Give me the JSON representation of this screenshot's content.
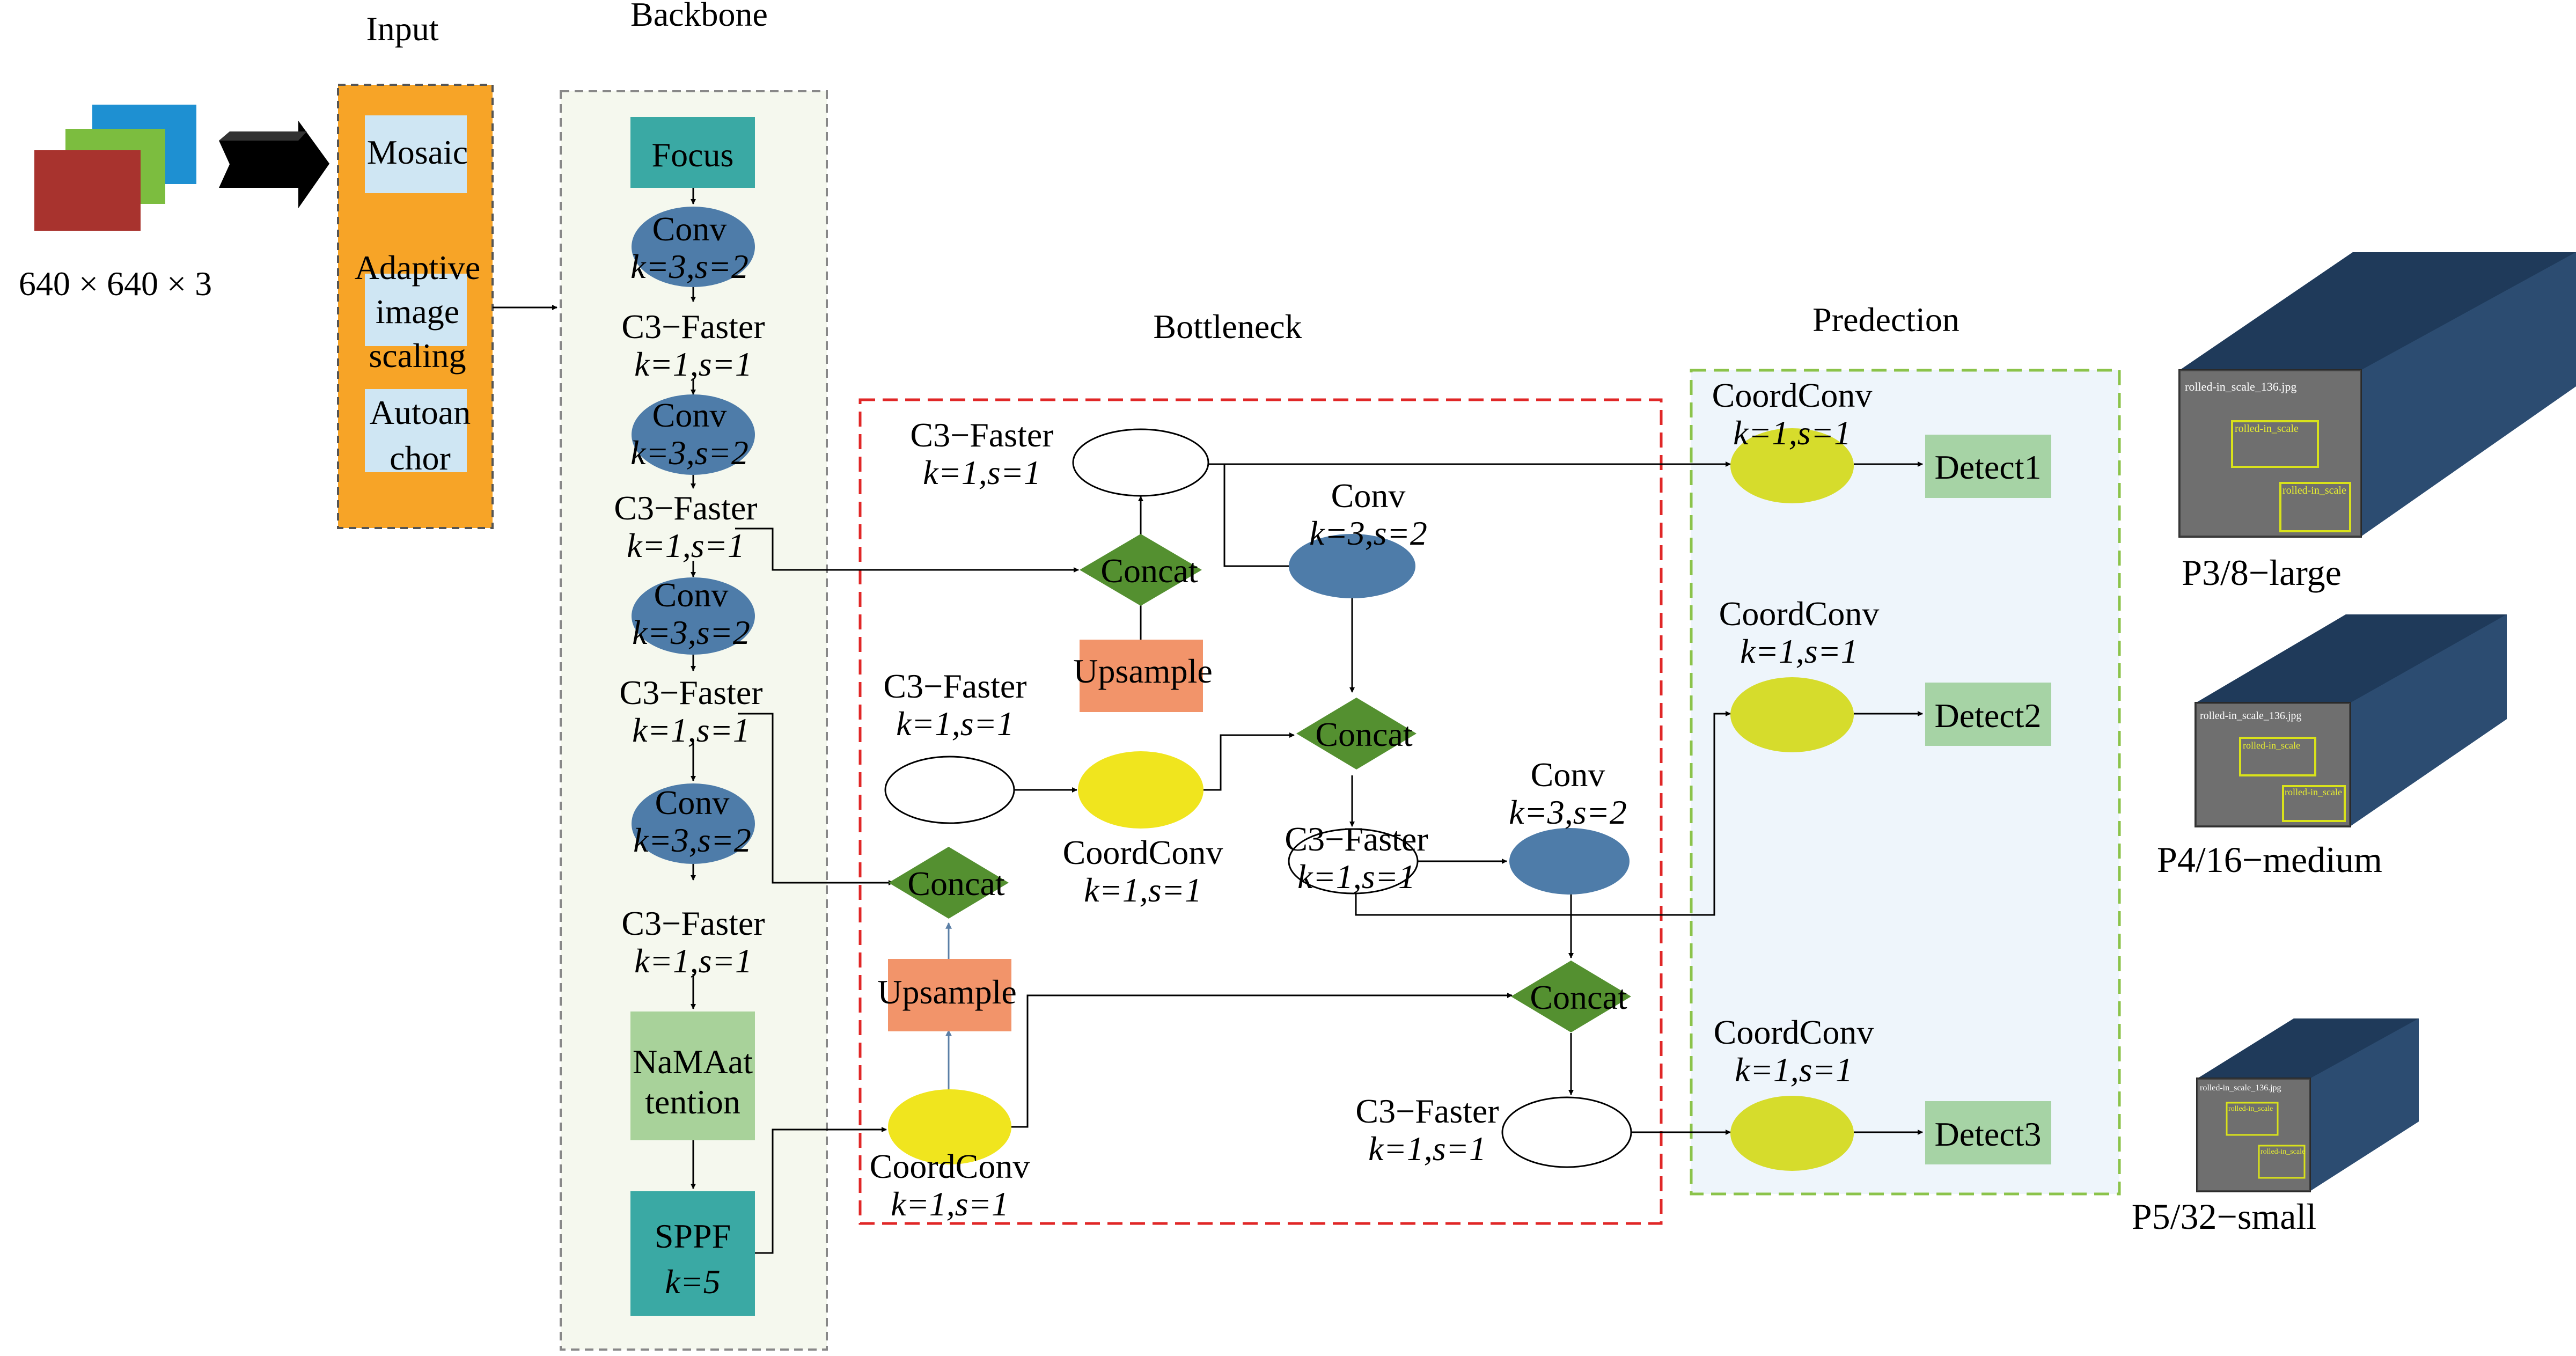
{
  "sections": {
    "input": "Input",
    "backbone": "Backbone",
    "bottleneck": "Bottleneck",
    "prediction": "Predection"
  },
  "input": {
    "size_label": "640 × 640 × 3",
    "boxes": [
      "Mosaic",
      "Adaptive image scaling",
      "Autoan chor"
    ]
  },
  "backbone": [
    "Focus",
    "Conv k=3,s=2",
    "C3−Faster k=1,s=1",
    "Conv k=3,s=2",
    "C3−Faster k=1,s=1",
    "Conv k=3,s=2",
    "C3−Faster k=1,s=1",
    "Conv k=3,s=2",
    "C3−Faster k=1,s=1",
    "NaMAat tention",
    "SPPF k=5"
  ],
  "bottleneck": {
    "c3_top": "C3−Faster k=1,s=1",
    "concat_1": "Concat",
    "upsample_1": "Upsample",
    "c3_mid": "C3−Faster k=1,s=1",
    "coordconv_mid": "CoordConv k=1,s=1",
    "concat_2": "Concat",
    "upsample_2": "Upsample",
    "coordconv_bottom": "CoordConv k=1,s=1",
    "conv_top": "Conv k=3,s=2",
    "concat_3": "Concat",
    "c3_right": "C3−Faster k=1,s=1",
    "conv_right": "Conv k=3,s=2",
    "concat_4": "Concat",
    "c3_bottom": "C3−Faster k=1,s=1"
  },
  "prediction": {
    "heads": [
      {
        "coordconv": "CoordConv k=1,s=1",
        "detect": "Detect1",
        "output": "P3/8−large",
        "thumb_file": "rolled-in_scale_136.jpg",
        "tag": "rolled-in_scale"
      },
      {
        "coordconv": "CoordConv k=1,s=1",
        "detect": "Detect2",
        "output": "P4/16−medium",
        "thumb_file": "rolled-in_scale_136.jpg",
        "tag": "rolled-in_scale"
      },
      {
        "coordconv": "CoordConv k=1,s=1",
        "detect": "Detect3",
        "output": "P5/32−small",
        "thumb_file": "rolled-in_scale_136.jpg",
        "tag": "rolled-in_scale"
      }
    ]
  },
  "colors": {
    "input_panel": "#f7a427",
    "input_box": "#cfe6f3",
    "backbone_panel": "#f5f8ee",
    "prediction_panel": "#eef5fb",
    "teal": "#3aa9a4",
    "conv_blue": "#4e7ca9",
    "concat_green": "#549030",
    "coordconv_yellow": "#f0e51e",
    "detect_yellow": "#d6dc2c",
    "upsample_orange": "#f2946a",
    "light_green": "#a8d29a",
    "detect_green": "#a6d3a5",
    "bottleneck_border": "#e02727",
    "prediction_border": "#8bc34a",
    "cuboid_blue": "#34587f"
  }
}
